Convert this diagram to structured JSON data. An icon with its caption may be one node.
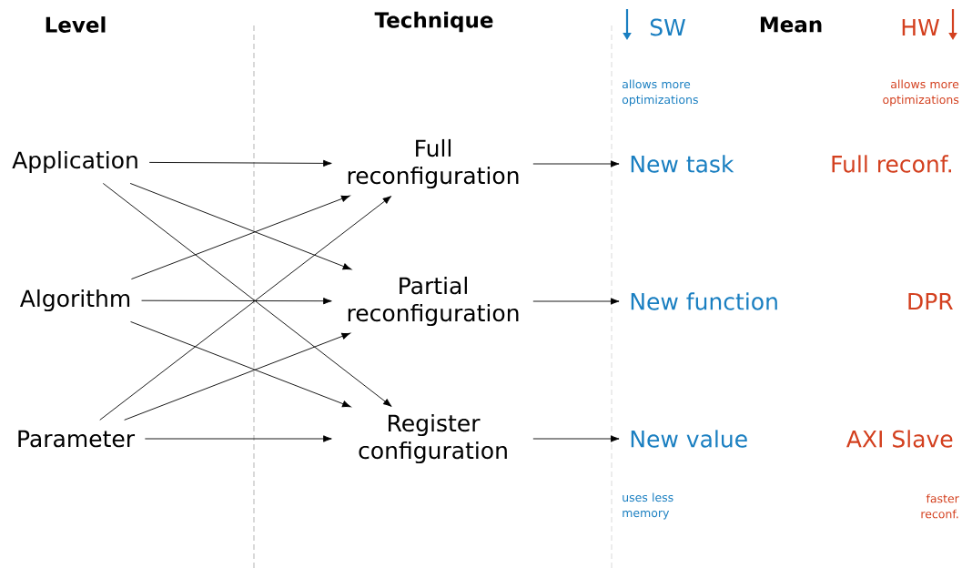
{
  "diagram": {
    "nodes": [
      {
        "text": [
          "Application"
        ]
      },
      {
        "text": [
          "Algorithm"
        ]
      },
      {
        "text": [
          "Parameter"
        ]
      },
      {
        "text": [
          "Full reconfiguration"
        ]
      },
      {
        "text": [
          "Partial reconfiguration"
        ]
      },
      {
        "text": [
          "Register configuration"
        ]
      },
      {
        "text": [
          "New task"
        ]
      },
      {
        "text": [
          "New function"
        ]
      },
      {
        "text": [
          "New value"
        ]
      },
      {
        "text": [
          "Full reconf."
        ]
      },
      {
        "text": [
          "DPR"
        ]
      },
      {
        "text": [
          "AXI Slave"
        ]
      }
    ],
    "edges": [
      {
        "from": 0,
        "to": 3,
        "arrow": "to"
      },
      {
        "from": 0,
        "to": 4,
        "arrow": "to"
      },
      {
        "from": 0,
        "to": 5,
        "arrow": "to"
      },
      {
        "from": 1,
        "to": 3,
        "arrow": "to"
      },
      {
        "from": 1,
        "to": 4,
        "arrow": "to"
      },
      {
        "from": 1,
        "to": 5,
        "arrow": "to"
      },
      {
        "from": 2,
        "to": 3,
        "arrow": "to"
      },
      {
        "from": 2,
        "to": 4,
        "arrow": "to"
      },
      {
        "from": 2,
        "to": 5,
        "arrow": "to"
      },
      {
        "from": 3,
        "to": 6,
        "arrow": "to"
      },
      {
        "from": 4,
        "to": 7,
        "arrow": "to"
      },
      {
        "from": 5,
        "to": 8,
        "arrow": "to"
      }
    ],
    "labels": [
      "Level",
      "Technique",
      "SW",
      "Mean",
      "HW",
      "allows more optimizations",
      "allows more optimizations",
      "uses less memory",
      "faster reconf."
    ]
  }
}
